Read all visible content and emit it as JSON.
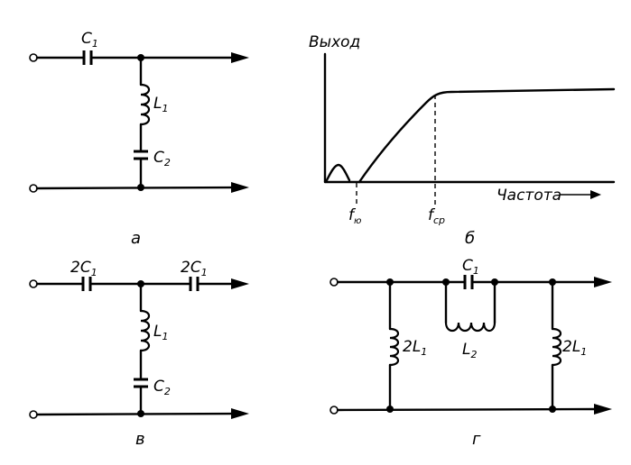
{
  "circuit_a": {
    "caption": "а",
    "c1": "C",
    "c1_sub": "1",
    "l1": "L",
    "l1_sub": "1",
    "c2": "C",
    "c2_sub": "2"
  },
  "graph_b": {
    "caption": "б",
    "y_label": "Выход",
    "x_label": "Частота",
    "f1": "f",
    "f1_sub": "ю",
    "f2": "f",
    "f2_sub": "ср"
  },
  "circuit_v": {
    "caption": "в",
    "c_left": "2C",
    "c_left_sub": "1",
    "c_right": "2C",
    "c_right_sub": "1",
    "l1": "L",
    "l1_sub": "1",
    "c2": "C",
    "c2_sub": "2"
  },
  "circuit_g": {
    "caption": "г",
    "c1": "C",
    "c1_sub": "1",
    "l2": "L",
    "l2_sub": "2",
    "l_left": "2L",
    "l_left_sub": "1",
    "l_right": "2L",
    "l_right_sub": "1"
  }
}
